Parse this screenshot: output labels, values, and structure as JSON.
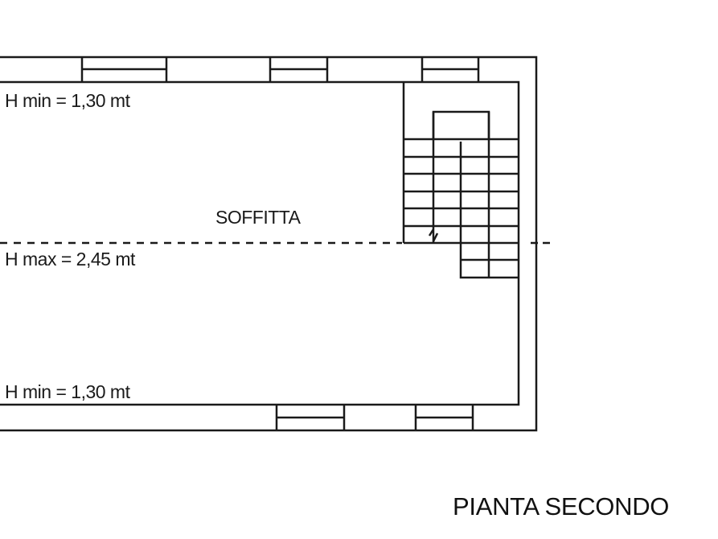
{
  "drawing": {
    "room_name": "SOFFITTA",
    "title": "PIANTA SECONDO",
    "height_labels": {
      "top": "H min = 1,30 mt",
      "middle": "H max = 2,45 mt",
      "bottom": "H min = 1,30 mt"
    },
    "colors": {
      "line": "#1a1a1a",
      "background": "#ffffff"
    },
    "elements": {
      "top_windows": 3,
      "bottom_windows": 2,
      "staircase": "down-arrow stair flight",
      "section_line": "dashed ridge line"
    }
  }
}
